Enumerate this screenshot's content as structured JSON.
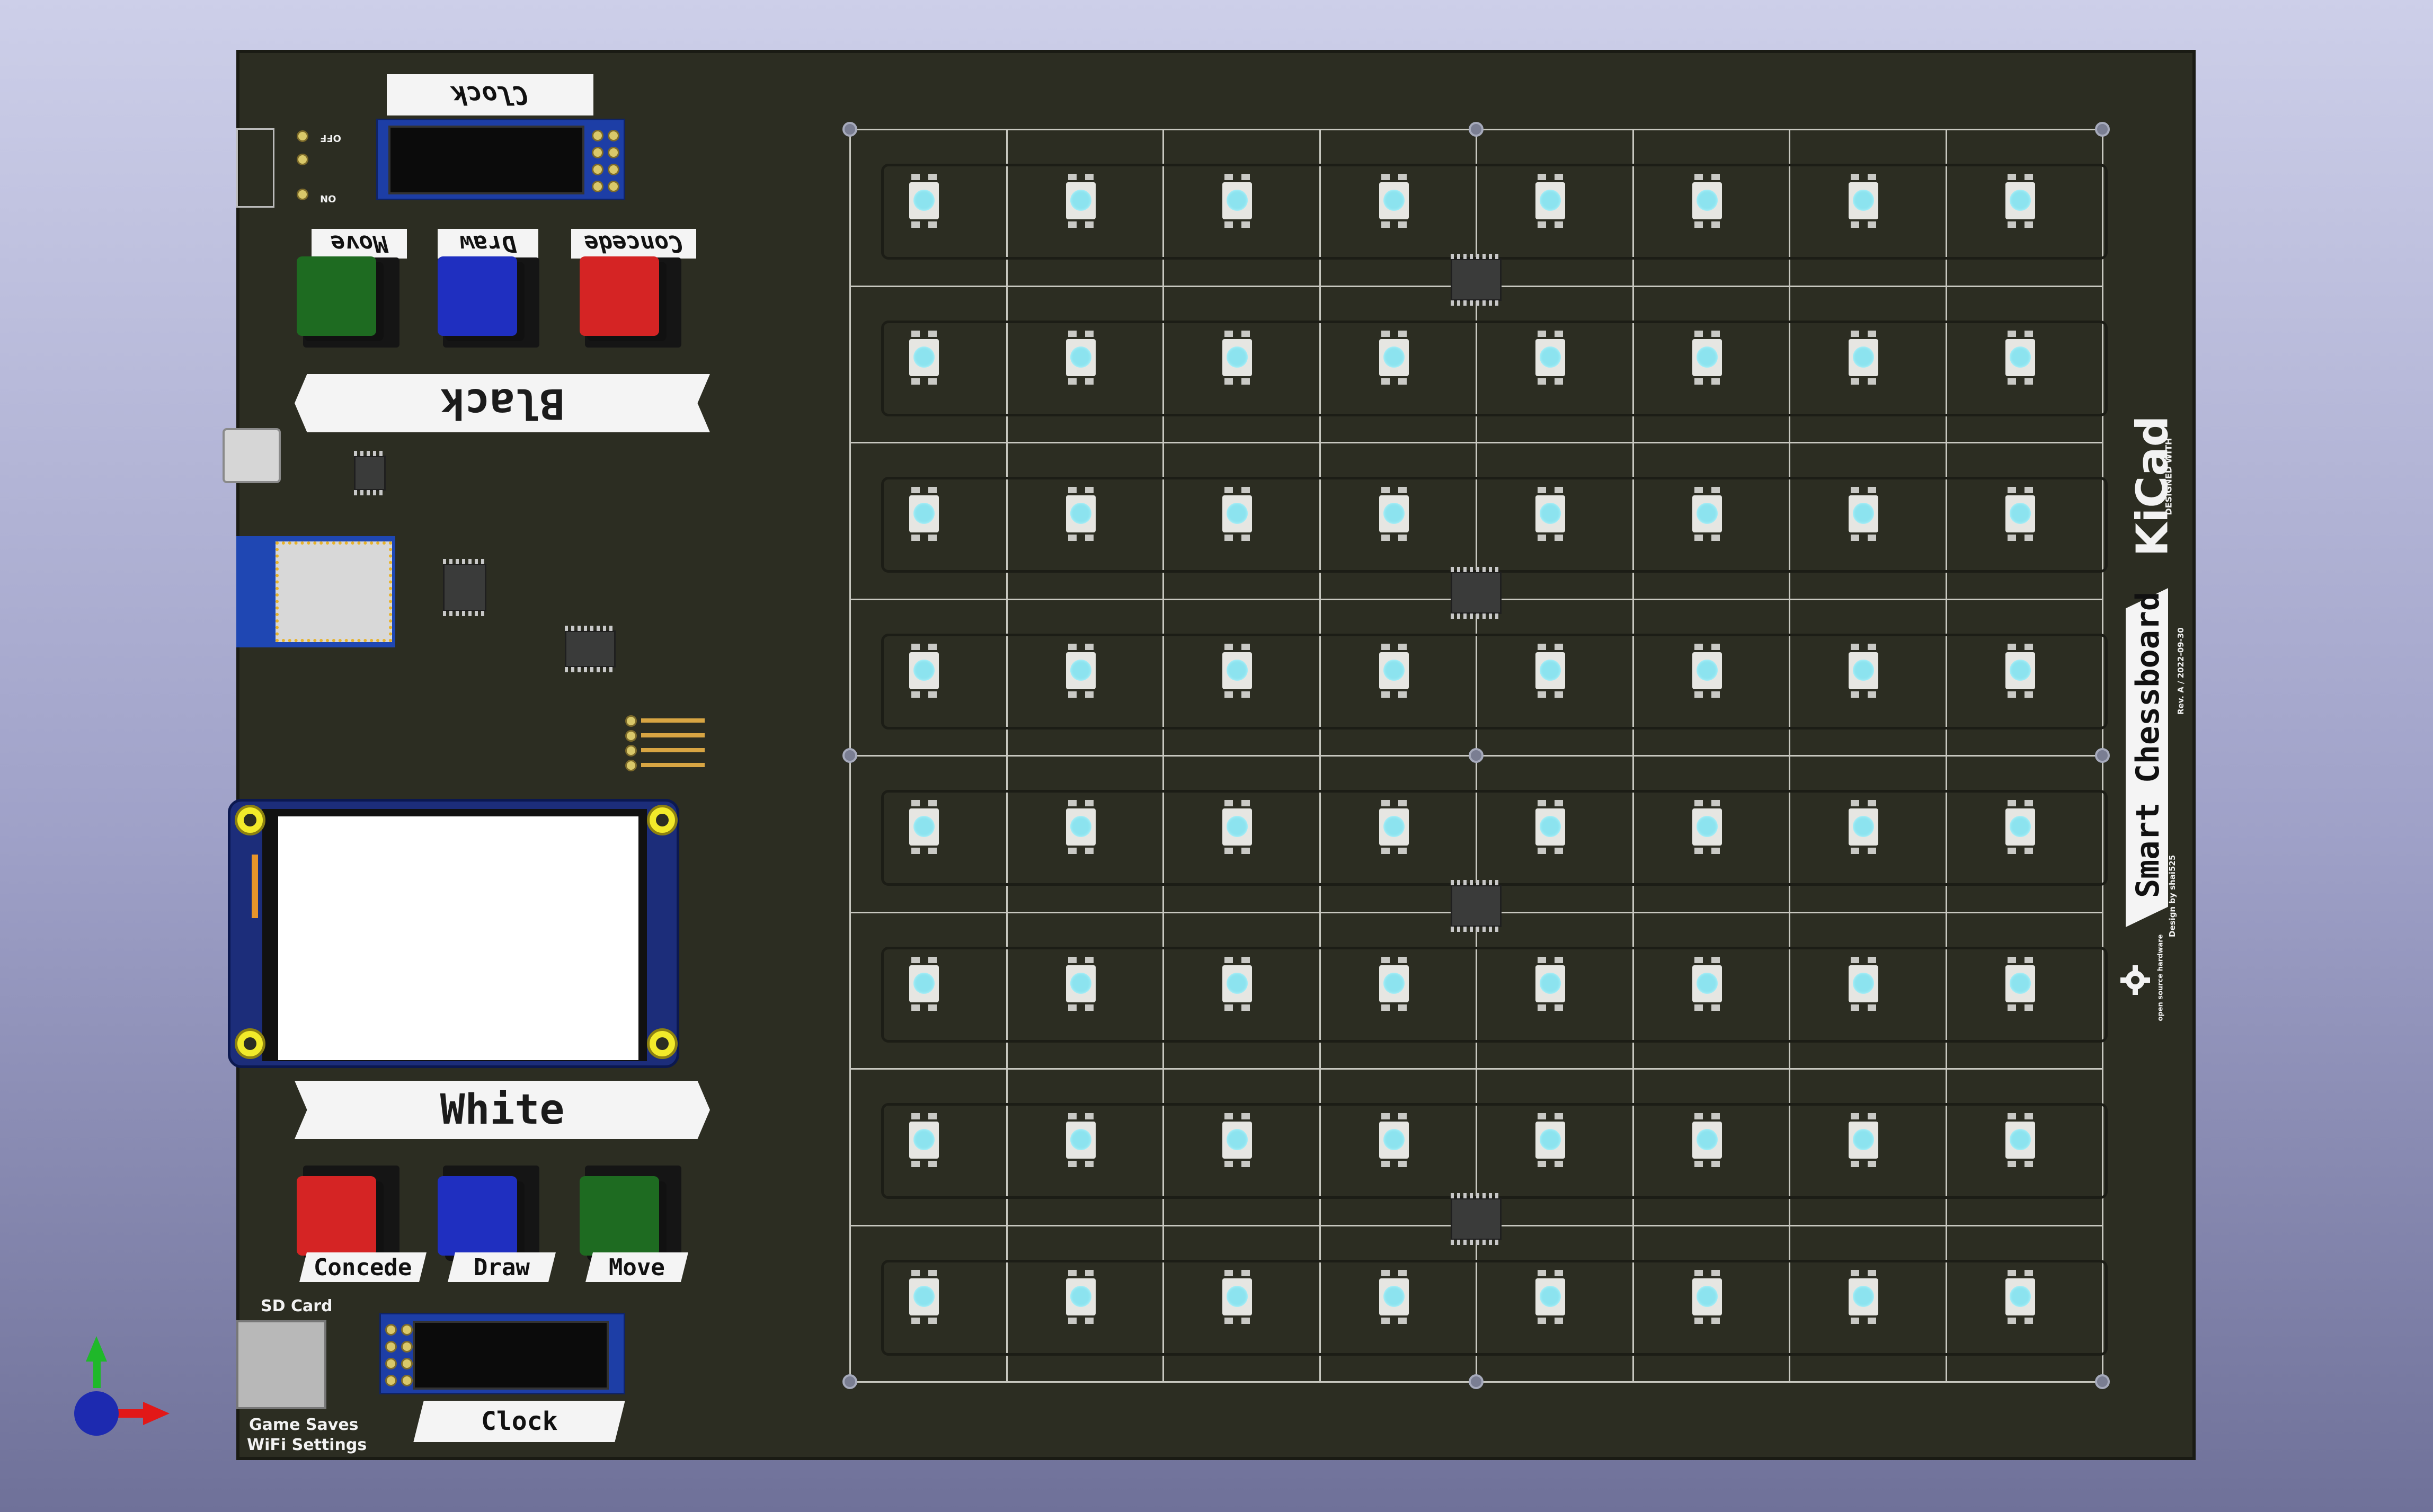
{
  "board": {
    "title": "Smart Chessboard",
    "revision": "Rev. A / 2022-09-30",
    "designer": "Design by shai525",
    "kicad_logo": "KiCad",
    "kicad_sub": "DESIGNED WITH",
    "oshw_text": "open source hardware",
    "silk_color": "#f2f2f2",
    "board_color": "#2c2d22",
    "led_lens_color": "#8ce3ef"
  },
  "black_side": {
    "banner": "Black",
    "clock_label": "Clock",
    "buttons": [
      {
        "label": "Move",
        "color": "#1e6b21"
      },
      {
        "label": "Draw",
        "color": "#1f2fc0"
      },
      {
        "label": "Concede",
        "color": "#d52424"
      }
    ]
  },
  "white_side": {
    "banner": "White",
    "clock_label": "Clock",
    "buttons": [
      {
        "label": "Concede",
        "color": "#d52424"
      },
      {
        "label": "Draw",
        "color": "#1f2fc0"
      },
      {
        "label": "Move",
        "color": "#1e6b21"
      }
    ]
  },
  "sd": {
    "title": "SD Card",
    "line1": "Game Saves",
    "line2": "WiFi Settings"
  },
  "switch_labels": {
    "off": "OFF",
    "on": "ON"
  },
  "grid": {
    "rows": 8,
    "cols": 8
  },
  "axes": {
    "icon": "xyz-axis-gizmo-icon"
  }
}
